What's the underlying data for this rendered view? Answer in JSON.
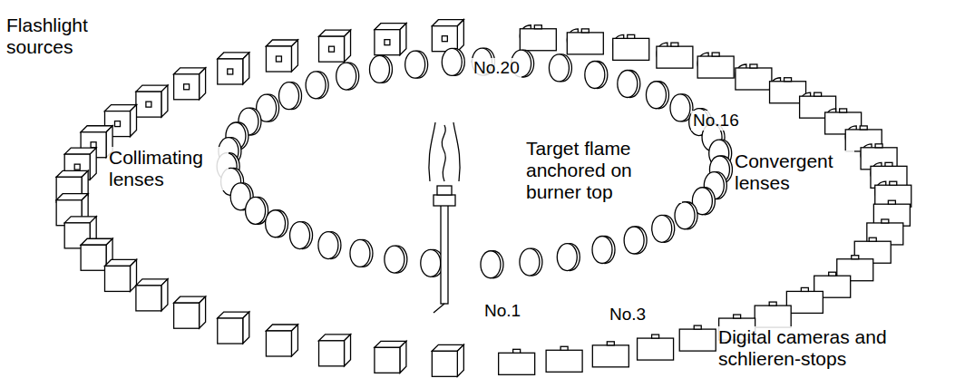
{
  "diagram": {
    "labels": [
      "Flashlight sources",
      "Collimating lenses",
      "Target flame anchored on burner top",
      "Convergent lenses",
      "Digital cameras and schlieren-stops",
      "No.20",
      "No.16",
      "No.1",
      "No.3"
    ]
  }
}
